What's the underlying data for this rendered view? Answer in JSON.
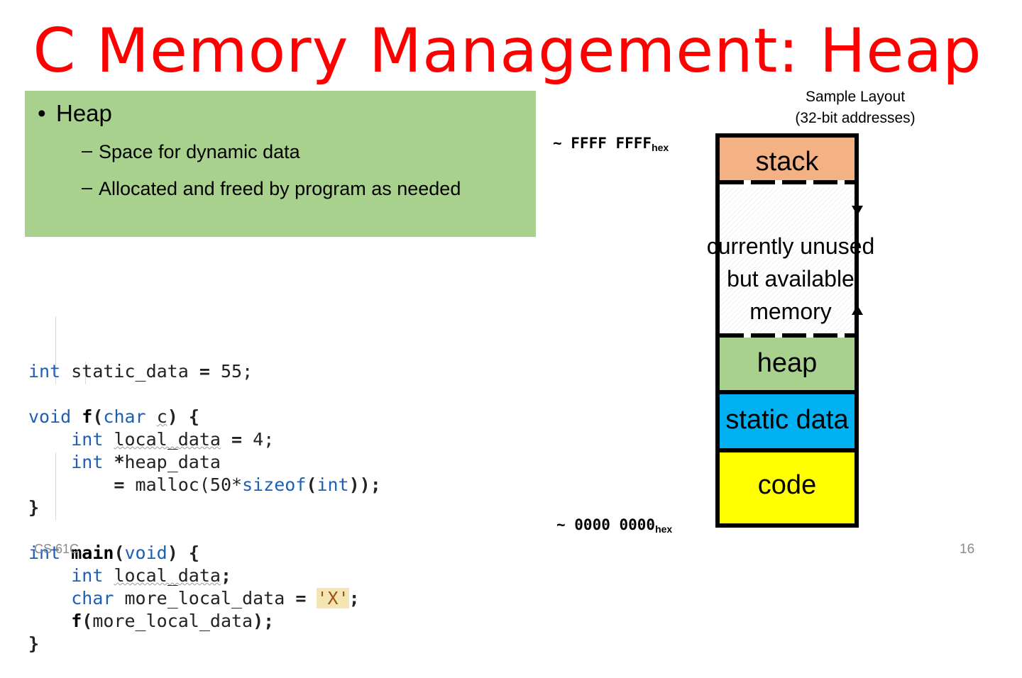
{
  "title": "C Memory Management: Heap",
  "bullets": {
    "main": "Heap",
    "subs": [
      {
        "dash": "–",
        "text": "Space for dynamic data"
      },
      {
        "dash": "–",
        "text": "Allocated and freed by program as needed"
      }
    ],
    "main_marker": "•"
  },
  "code_lines": [
    "int static_data = 55;",
    "",
    "void f(char c) {",
    "    int local_data = 4;",
    "    int *heap_data",
    "        = malloc(50*sizeof(int));",
    "}",
    "",
    "int main(void) {",
    "    int local_data;",
    "    char more_local_data = 'X';",
    "    f(more_local_data);",
    "}"
  ],
  "layout": {
    "caption_line1": "Sample Layout",
    "caption_line2": "(32-bit addresses)",
    "addr_top": "~ FFFF FFFF",
    "addr_bottom": "~ 0000 0000",
    "addr_suffix": "hex",
    "segments": {
      "stack": "stack",
      "unused": "currently unused but available memory",
      "heap": "heap",
      "static": "static data",
      "code": "code"
    },
    "colors": {
      "stack": "#f4b183",
      "heap": "#a9d18e",
      "static": "#00b0f0",
      "code": "#ffff00"
    }
  },
  "footer": {
    "course": "CS 61C",
    "page_number": "16"
  }
}
